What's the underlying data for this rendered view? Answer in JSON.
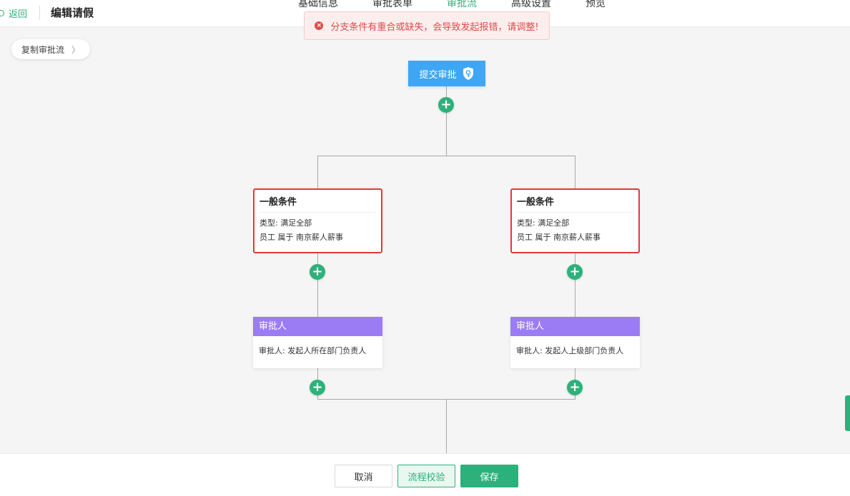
{
  "header": {
    "back_label": "返回",
    "title": "编辑请假",
    "tabs": [
      {
        "label": "基础信息"
      },
      {
        "label": "审批表单"
      },
      {
        "label": "审批流"
      },
      {
        "label": "高级设置"
      },
      {
        "label": "预览"
      }
    ],
    "active_tab": "审批流"
  },
  "toast": {
    "message": "分支条件有重合或缺失，会导致发起报错，请调整!"
  },
  "copy_flow": {
    "label": "复制审批流",
    "chevron": "〉"
  },
  "start_node": {
    "label": "提交审批",
    "icon": "shield-key-icon"
  },
  "branches": [
    {
      "condition": {
        "title": "一般条件",
        "type_line": "类型: 满足全部",
        "rule_line": "员工 属于 南京薪人薪事"
      },
      "approver": {
        "title": "审批人",
        "detail": "审批人: 发起人所在部门负责人"
      }
    },
    {
      "condition": {
        "title": "一般条件",
        "type_line": "类型: 满足全部",
        "rule_line": "员工 属于 南京薪人薪事"
      },
      "approver": {
        "title": "审批人",
        "detail": "审批人: 发起人上级部门负责人"
      }
    }
  ],
  "add_symbol": "+",
  "footer": {
    "cancel_label": "取消",
    "check_label": "流程校验",
    "save_label": "保存"
  },
  "colors": {
    "accent_green": "#2db17a",
    "start_blue": "#3ea6f5",
    "approver_purple": "#9b7cf4",
    "error_red": "#e0393e"
  }
}
